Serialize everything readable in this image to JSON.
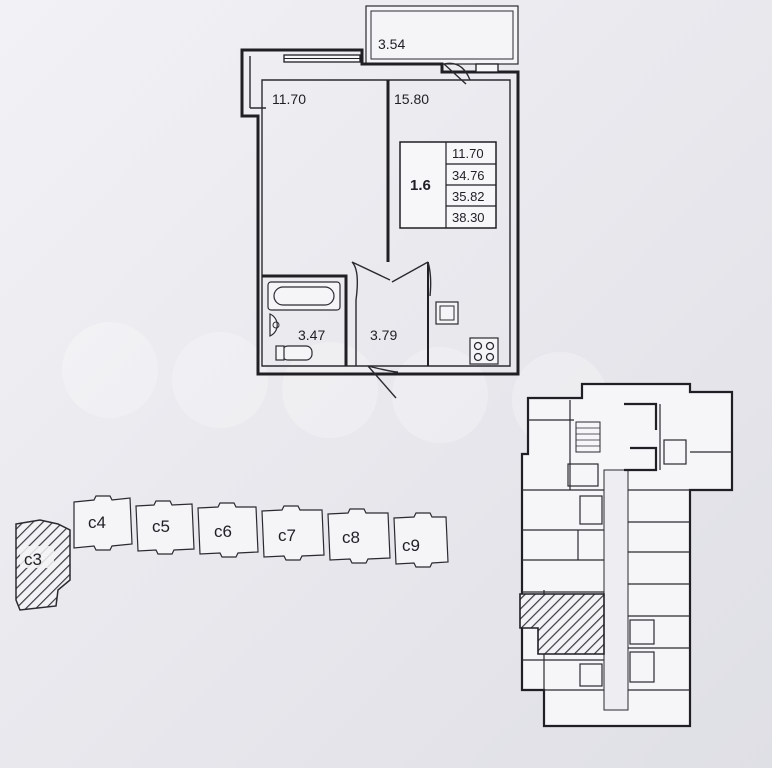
{
  "apartment": {
    "unit_id": "1.6",
    "rooms": {
      "balcony": "3.54",
      "bedroom": "11.70",
      "kitchen_living": "15.80",
      "bathroom": "3.47",
      "hallway": "3.79"
    },
    "area_table": [
      "11.70",
      "34.76",
      "35.82",
      "38.30"
    ]
  },
  "sections": {
    "labels": [
      "c3",
      "c4",
      "c5",
      "c6",
      "c7",
      "c8",
      "c9"
    ],
    "highlighted": "c3"
  },
  "floor_overview": {
    "highlighted_unit": "1.6"
  },
  "colors": {
    "line": "#1f1f24",
    "hatch": "#3a3a40",
    "paper": "#ececf0"
  }
}
